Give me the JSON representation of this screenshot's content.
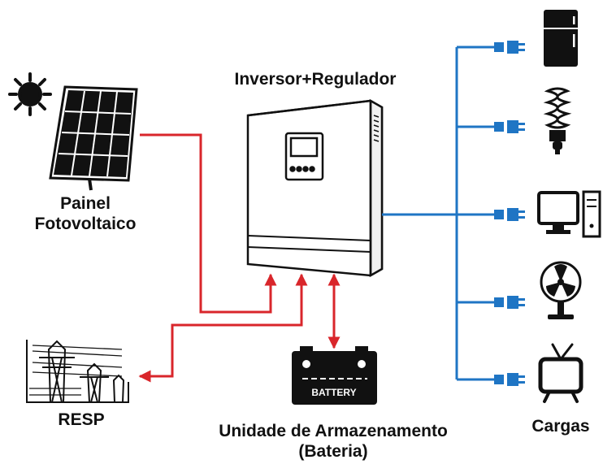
{
  "labels": {
    "inverter": "Inversor+Regulador",
    "panel_line1": "Painel",
    "panel_line2": "Fotovoltaico",
    "grid": "RESP",
    "storage_line1": "Unidade de Armazenamento",
    "storage_line2": "(Bateria)",
    "loads": "Cargas",
    "battery_text": "BATTERY"
  },
  "colors": {
    "pv_line": "#d9262b",
    "load_line": "#1f75c4",
    "outline": "#111111"
  },
  "icons": {
    "sun": "sun-icon",
    "panel": "solar-panel-icon",
    "inverter": "inverter-icon",
    "grid": "power-pylons-icon",
    "battery": "battery-icon",
    "loads": [
      "fridge-icon",
      "lightbulb-icon",
      "computer-icon",
      "fan-icon",
      "tv-icon"
    ]
  }
}
